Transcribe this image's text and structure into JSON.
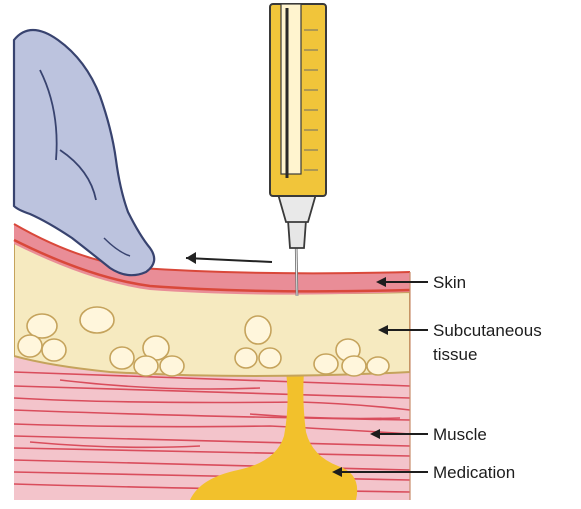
{
  "labels": {
    "skin": "Skin",
    "subcutaneous_line1": "Subcutaneous",
    "subcutaneous_line2": "tissue",
    "muscle": "Muscle",
    "medication": "Medication"
  },
  "colors": {
    "skin": "#e98d97",
    "skin_edge": "#d9483a",
    "fat": "#f6eac0",
    "fat_globule": "#fff6dc",
    "fat_edge": "#c5a35c",
    "muscle": "#f3c4cb",
    "muscle_fiber": "#d94d5c",
    "medication": "#f2c12c",
    "glove": "#bcc3de",
    "glove_edge": "#38436f",
    "syringe_barrel": "#f1c53a",
    "syringe_outline": "#3a3a3a"
  },
  "icons": {
    "hand": "gloved-hand-icon",
    "syringe": "syringe-icon",
    "arrow": "left-arrow-icon"
  }
}
